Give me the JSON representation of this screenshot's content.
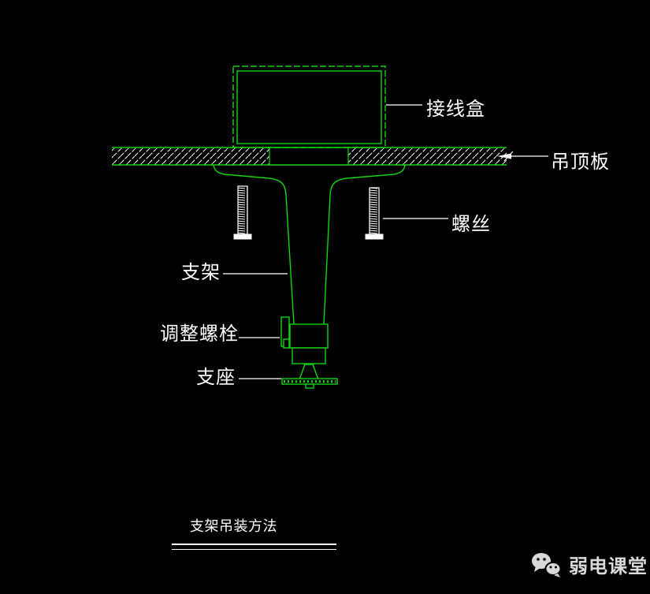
{
  "diagram": {
    "title": "支架吊装方法",
    "labels": {
      "junction_box": "接线盒",
      "ceiling_panel": "吊顶板",
      "screw": "螺丝",
      "bracket": "支架",
      "adjusting_bolt": "调整螺栓",
      "support_base": "支座"
    },
    "colors": {
      "background": "#000000",
      "drawing_green": "#0fd60f",
      "annotation_white": "#ffffff",
      "watermark_gray": "#d9d9d9"
    }
  },
  "watermark": {
    "icon": "wechat-icon",
    "text": "弱电课堂"
  }
}
